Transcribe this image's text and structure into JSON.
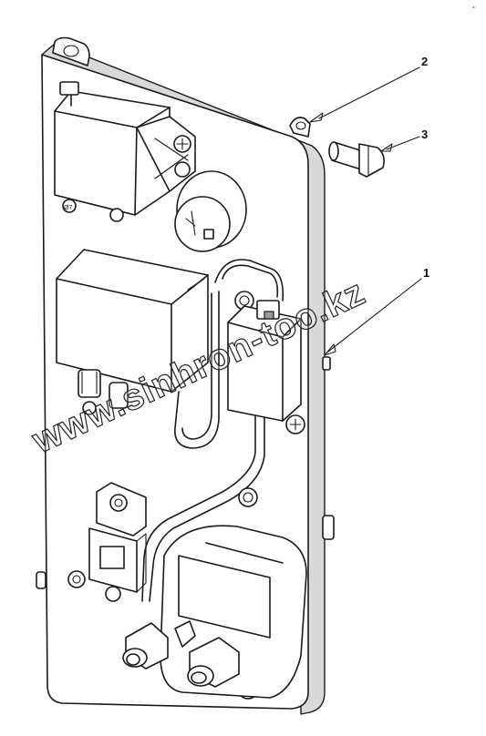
{
  "callouts": [
    {
      "label": "1"
    },
    {
      "label": "2"
    },
    {
      "label": "3"
    }
  ],
  "component_markings": {
    "relay_tag": "Ø7"
  },
  "corner_mark": "°",
  "watermark": "www.sinhron-too.kz"
}
